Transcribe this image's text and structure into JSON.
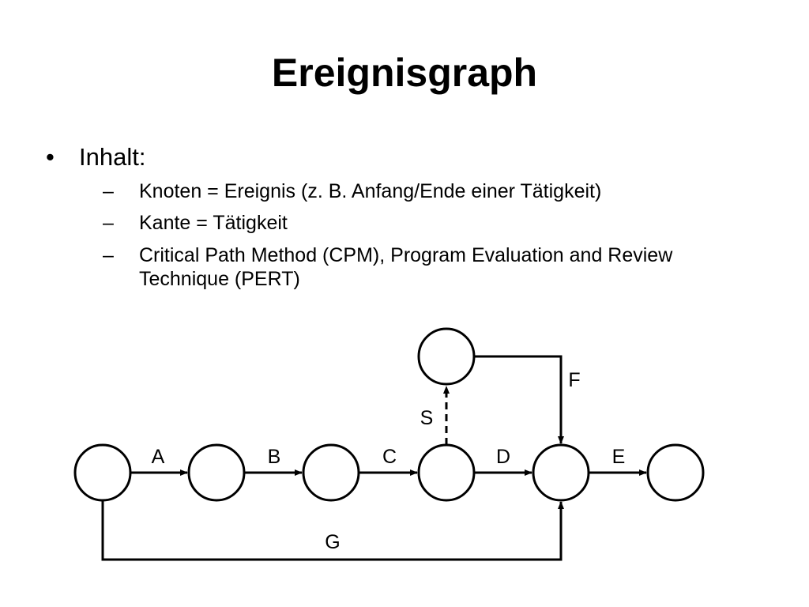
{
  "slide": {
    "title": "Ereignisgraph",
    "bullet": {
      "marker": "•",
      "text": "Inhalt:"
    },
    "subbullets": [
      {
        "marker": "–",
        "text": "Knoten = Ereignis (z. B. Anfang/Ende einer Tätigkeit)"
      },
      {
        "marker": "–",
        "text": "Kante = Tätigkeit"
      },
      {
        "marker": "–",
        "text": "Critical Path Method (CPM), Program Evaluation and Review Technique (PERT)"
      }
    ]
  },
  "diagram": {
    "edge_labels": {
      "A": "A",
      "B": "B",
      "C": "C",
      "D": "D",
      "E": "E",
      "F": "F",
      "G": "G",
      "S": "S"
    },
    "colors": {
      "stroke": "#000000",
      "text": "#000000",
      "background": "#ffffff"
    }
  }
}
